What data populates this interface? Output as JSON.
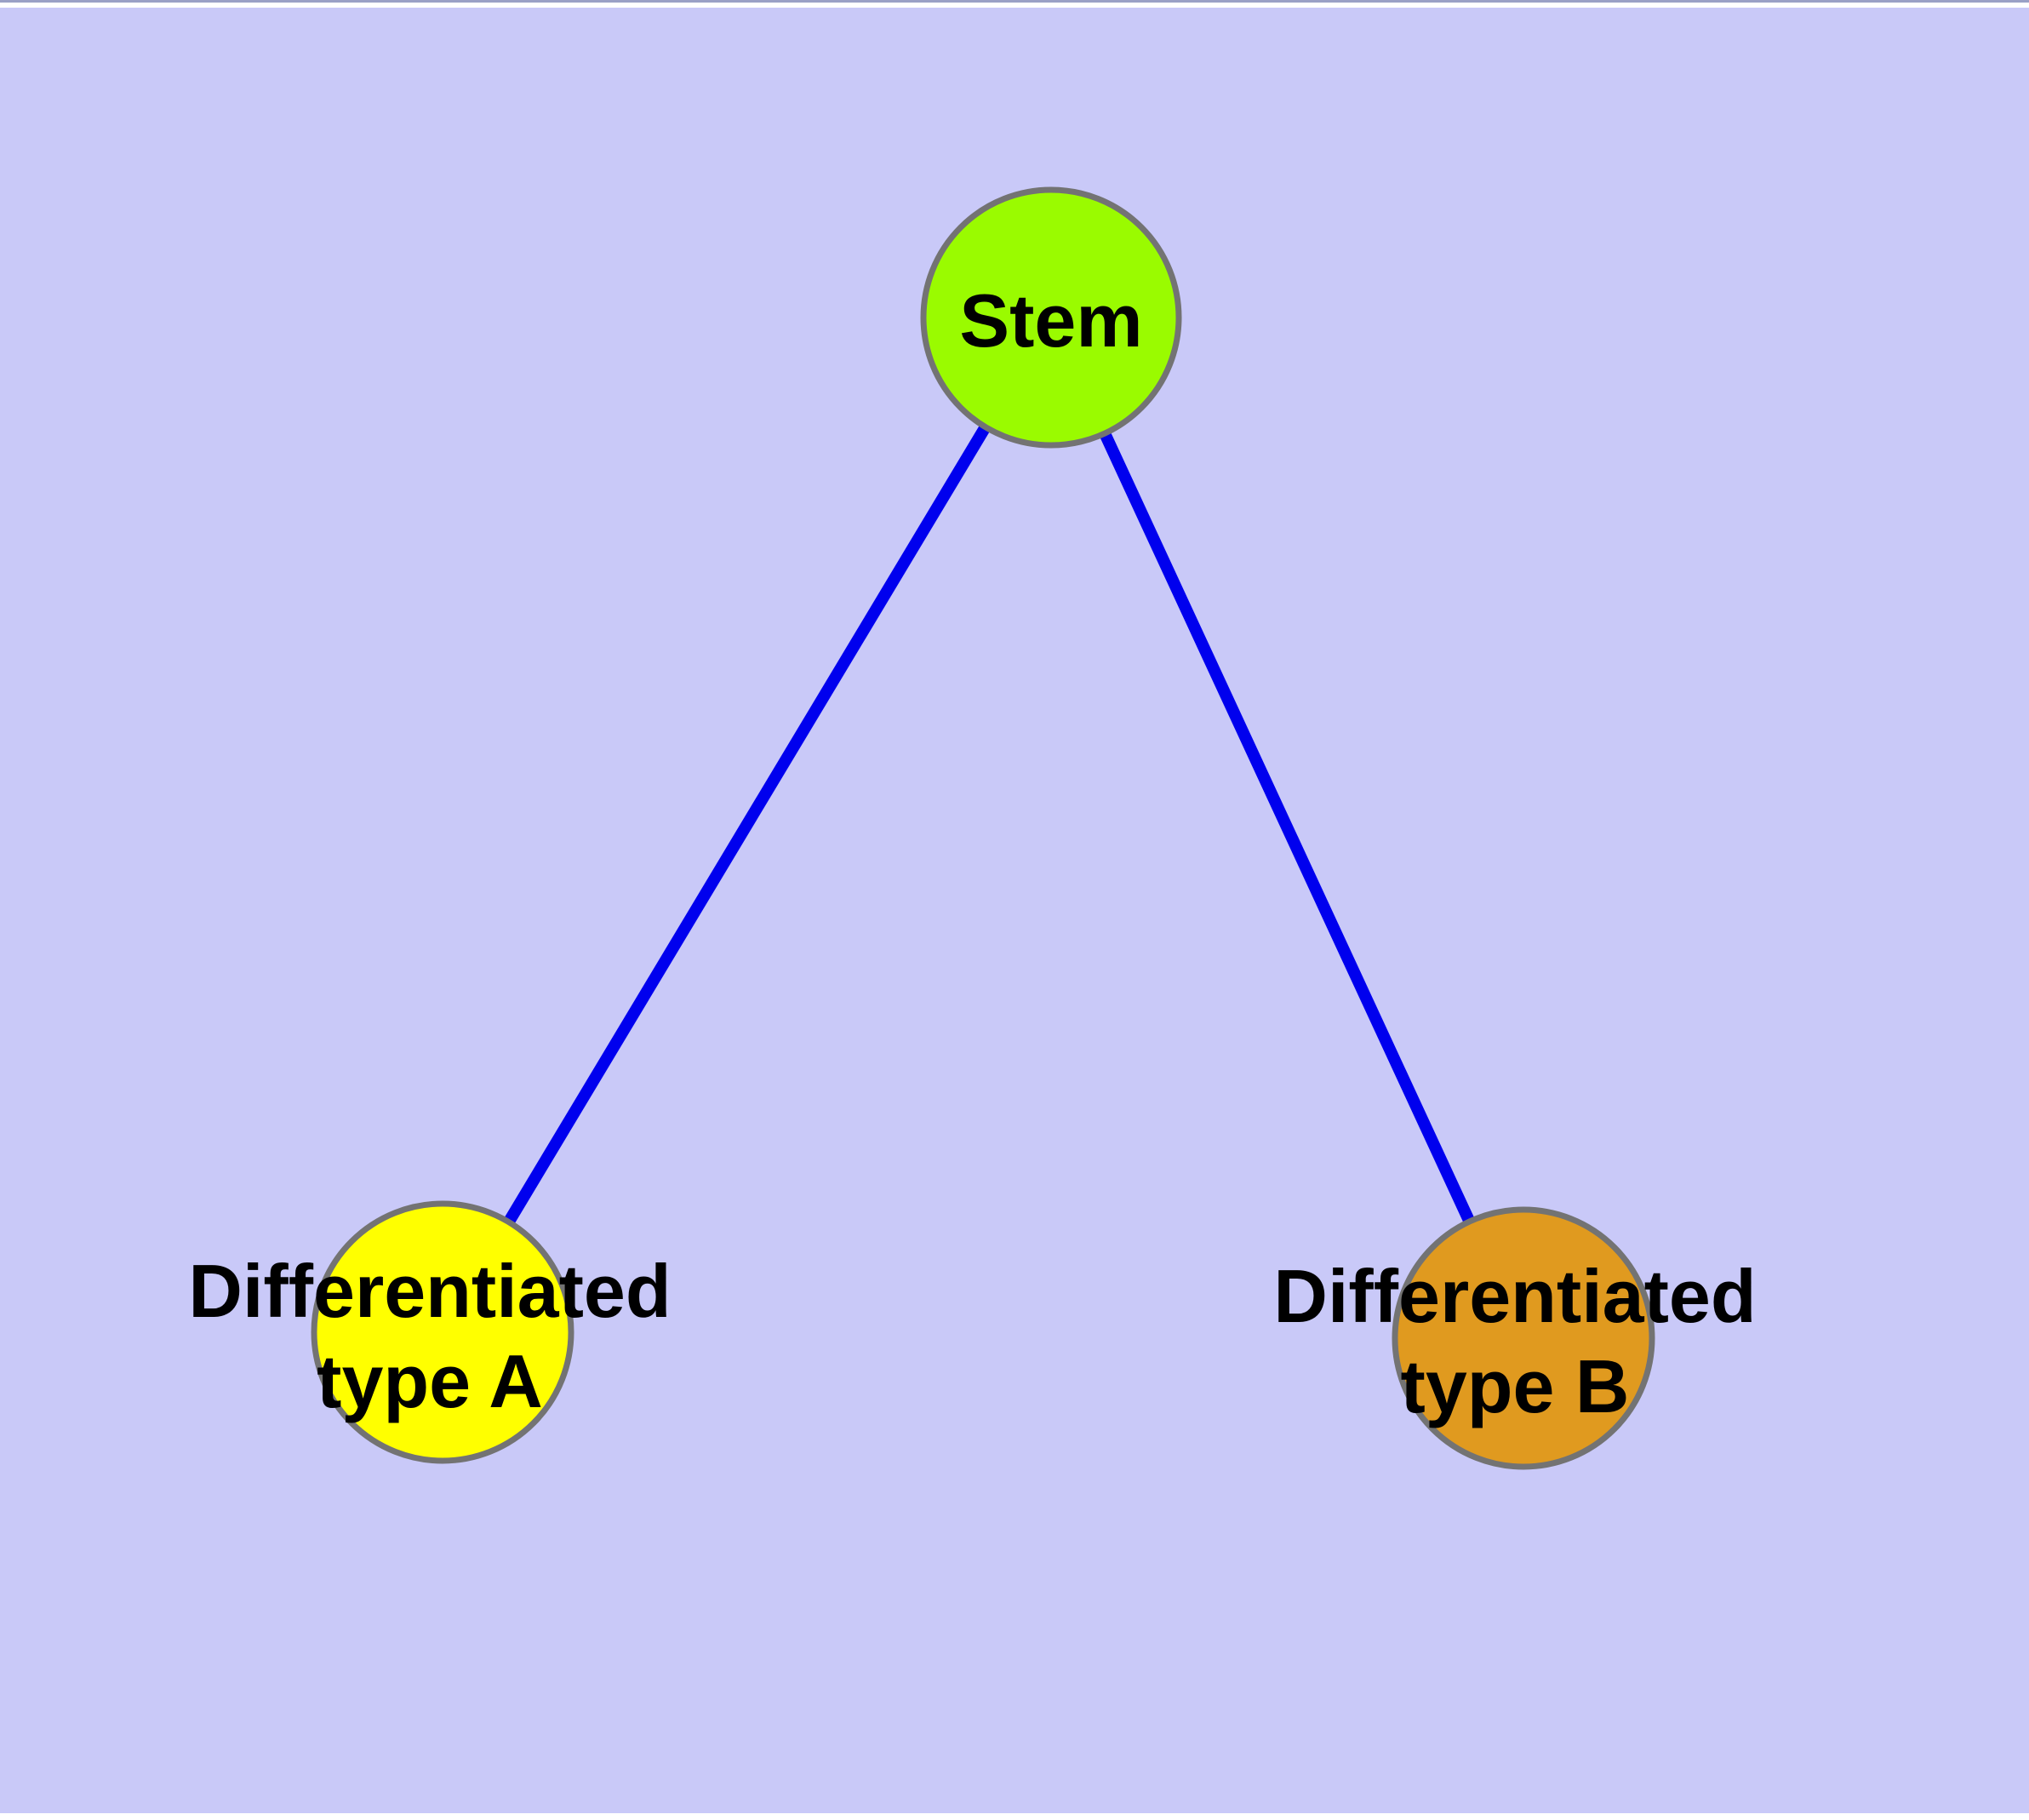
{
  "diagram": {
    "type": "node-link graph",
    "description": "Cell differentiation hierarchy: a stem node linked to two differentiated cell type nodes"
  },
  "nodes": {
    "stem": {
      "id": "stem",
      "label": "Stem",
      "fill": "#9afb00"
    },
    "type_a": {
      "id": "type_a",
      "label_line1": "Differentiated",
      "label_line2": "type A",
      "fill": "#ffff00"
    },
    "type_b": {
      "id": "type_b",
      "label_line1": "Differentiated",
      "label_line2": "type B",
      "fill": "#e09a1f"
    }
  },
  "edges": {
    "color": "#0000ee",
    "list": [
      {
        "from": "stem",
        "to": "type_a"
      },
      {
        "from": "stem",
        "to": "type_b"
      }
    ]
  },
  "style": {
    "background": "#c9c9f8",
    "top_edge_line": "#9aa0c6",
    "margin_strip": "#ffffff",
    "node_border": "#737373",
    "label_color": "#000000"
  }
}
